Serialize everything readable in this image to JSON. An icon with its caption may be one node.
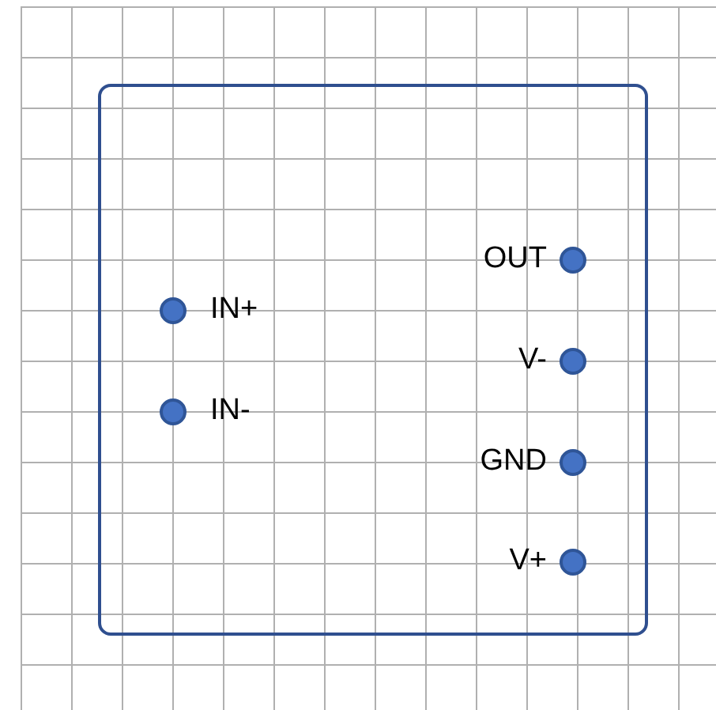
{
  "diagram": {
    "nodes": [
      {
        "text": [],
        "shape": "box"
      },
      {
        "text": [],
        "shape": "circle",
        "in": 0,
        "beside": [
          "IN+"
        ]
      },
      {
        "text": [],
        "shape": "circle",
        "in": 0,
        "beside": [
          "IN-"
        ]
      },
      {
        "text": [],
        "shape": "circle",
        "in": 0,
        "beside": [
          "OUT"
        ]
      },
      {
        "text": [],
        "shape": "circle",
        "in": 0,
        "beside": [
          "V-"
        ]
      },
      {
        "text": [],
        "shape": "circle",
        "in": 0,
        "beside": [
          "GND"
        ]
      },
      {
        "text": [],
        "shape": "circle",
        "in": 0,
        "beside": [
          "V+"
        ]
      }
    ]
  }
}
